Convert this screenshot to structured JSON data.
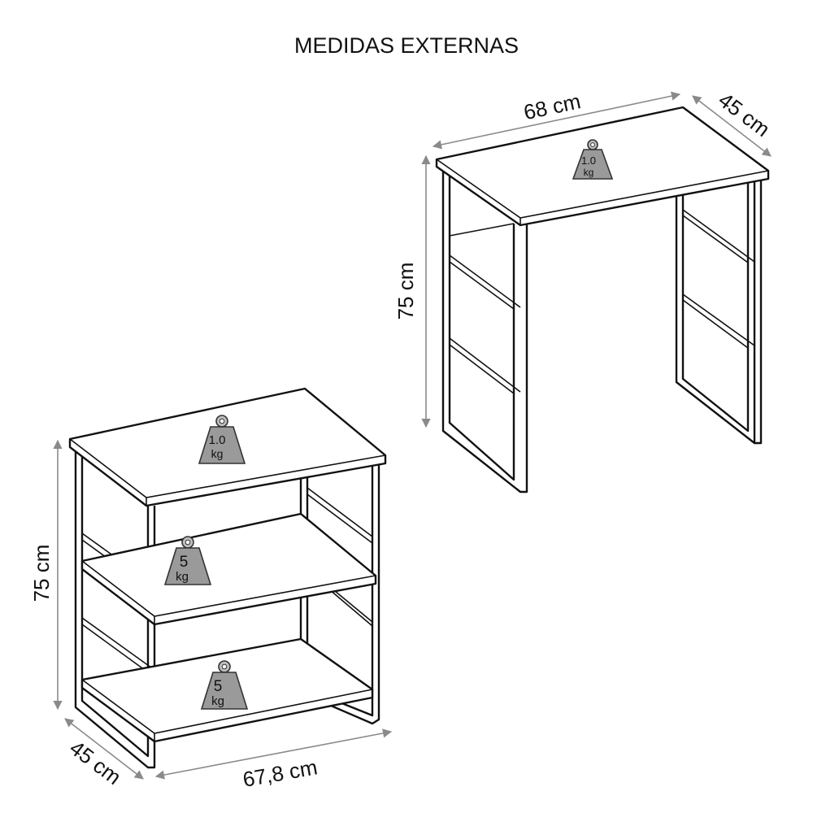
{
  "title": "MEDIDAS EXTERNAS",
  "desk": {
    "width_label": "68 cm",
    "depth_label": "45 cm",
    "height_label": "75 cm",
    "top_weight": {
      "line1": "1.0",
      "line2": "kg"
    }
  },
  "shelf": {
    "width_label": "67,8 cm",
    "depth_label": "45 cm",
    "height_label": "75 cm",
    "top_weight": {
      "line1": "1.0",
      "line2": "kg"
    },
    "middle_weight": {
      "line1": "5",
      "line2": "kg"
    },
    "bottom_weight": {
      "line1": "5",
      "line2": "kg"
    }
  },
  "colors": {
    "line": "#111111",
    "dimension_line": "#8a8a8a",
    "weight_fill": "#9a9a9a"
  },
  "icons": [
    "weight-icon"
  ]
}
